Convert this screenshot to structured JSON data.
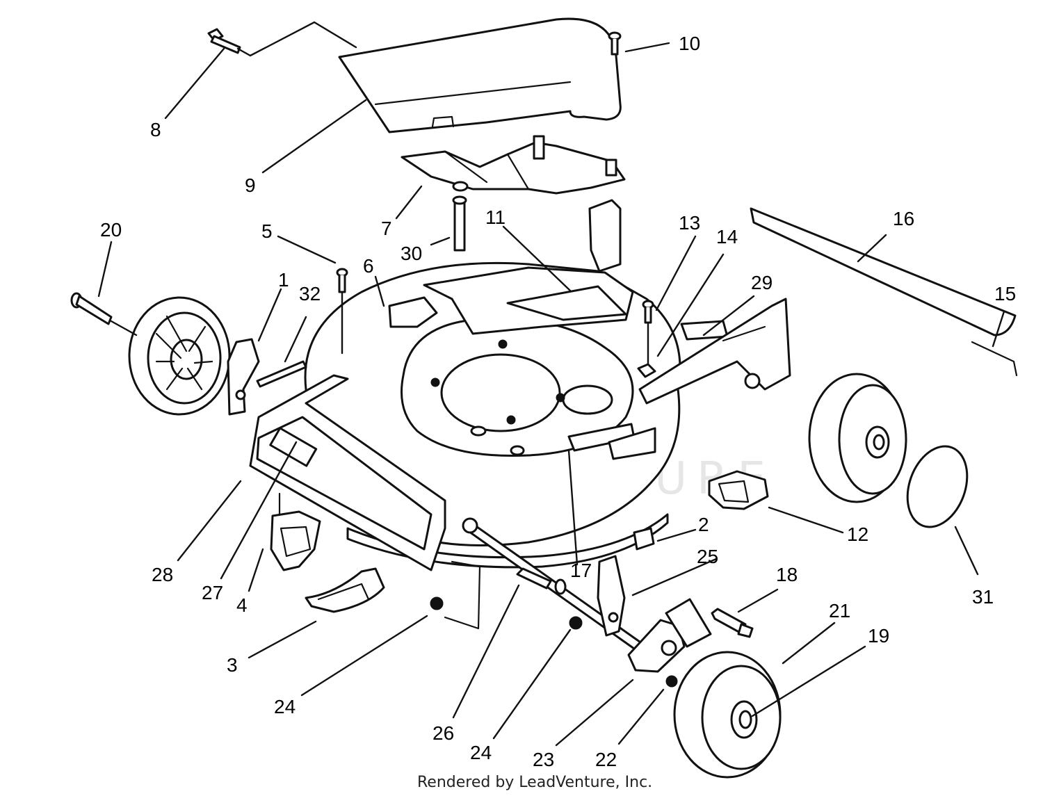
{
  "watermark_text": "LEADVENTURE",
  "footer_text": "Rendered by LeadVenture, Inc.",
  "callouts": [
    {
      "label": "1",
      "name": "callout-1"
    },
    {
      "label": "2",
      "name": "callout-2"
    },
    {
      "label": "3",
      "name": "callout-3"
    },
    {
      "label": "4",
      "name": "callout-4"
    },
    {
      "label": "5",
      "name": "callout-5"
    },
    {
      "label": "6",
      "name": "callout-6"
    },
    {
      "label": "7",
      "name": "callout-7"
    },
    {
      "label": "8",
      "name": "callout-8"
    },
    {
      "label": "9",
      "name": "callout-9"
    },
    {
      "label": "10",
      "name": "callout-10"
    },
    {
      "label": "11",
      "name": "callout-11"
    },
    {
      "label": "12",
      "name": "callout-12"
    },
    {
      "label": "13",
      "name": "callout-13"
    },
    {
      "label": "14",
      "name": "callout-14"
    },
    {
      "label": "15",
      "name": "callout-15"
    },
    {
      "label": "16",
      "name": "callout-16"
    },
    {
      "label": "17",
      "name": "callout-17"
    },
    {
      "label": "18",
      "name": "callout-18"
    },
    {
      "label": "19",
      "name": "callout-19"
    },
    {
      "label": "20",
      "name": "callout-20"
    },
    {
      "label": "21",
      "name": "callout-21"
    },
    {
      "label": "22",
      "name": "callout-22"
    },
    {
      "label": "23",
      "name": "callout-23"
    },
    {
      "label": "24",
      "name": "callout-24a"
    },
    {
      "label": "24",
      "name": "callout-24b"
    },
    {
      "label": "25",
      "name": "callout-25"
    },
    {
      "label": "26",
      "name": "callout-26"
    },
    {
      "label": "27",
      "name": "callout-27"
    },
    {
      "label": "28",
      "name": "callout-28"
    },
    {
      "label": "29",
      "name": "callout-29"
    },
    {
      "label": "30",
      "name": "callout-30"
    },
    {
      "label": "31",
      "name": "callout-31"
    },
    {
      "label": "32",
      "name": "callout-32"
    }
  ]
}
